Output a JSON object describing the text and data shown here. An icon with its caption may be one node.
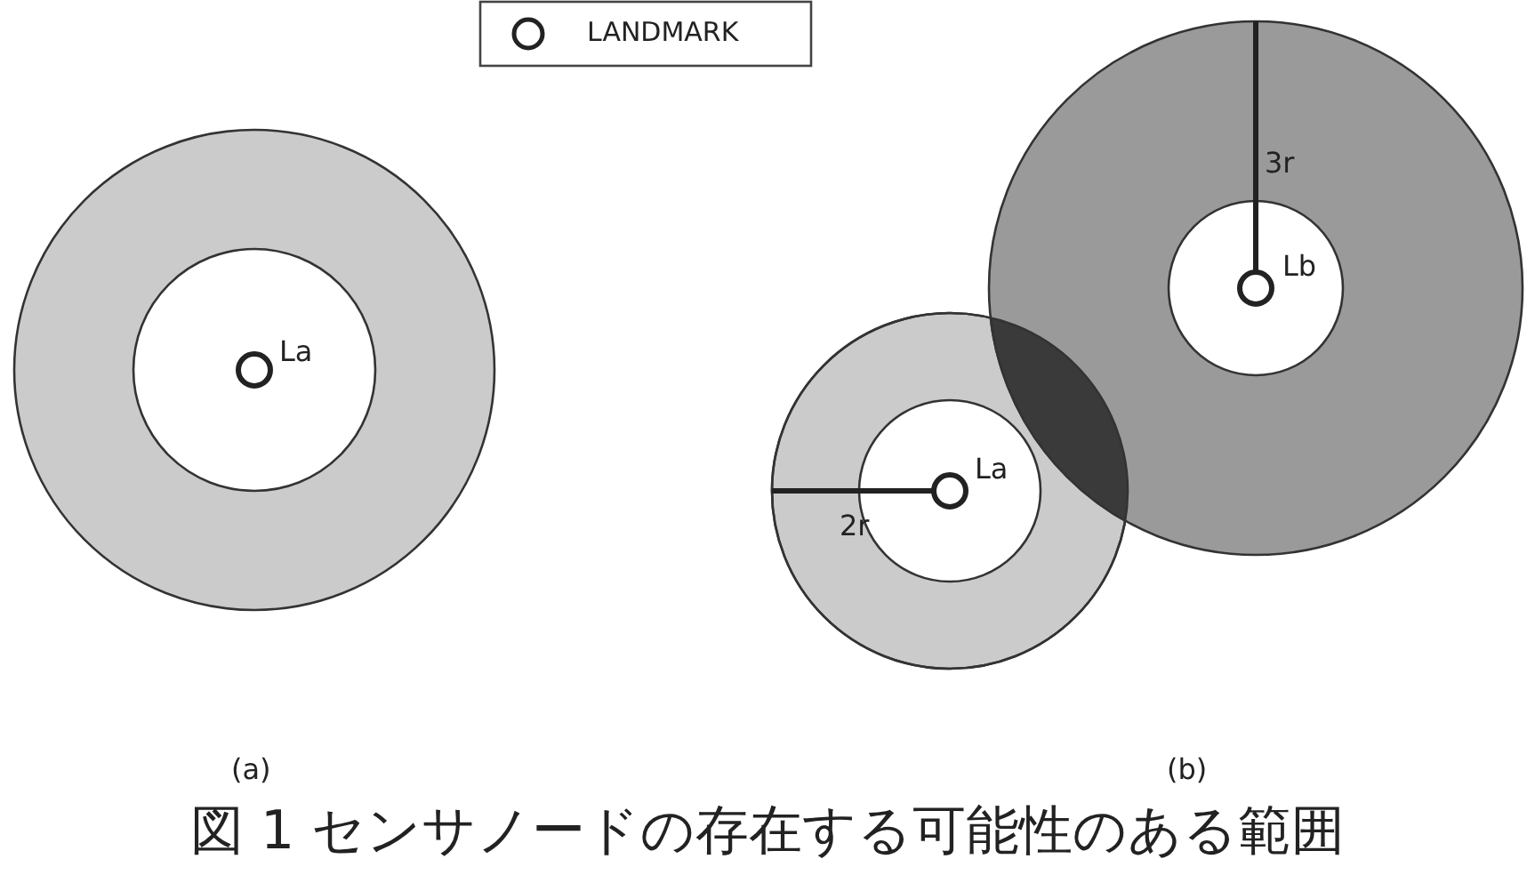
{
  "diagram": {
    "caption": "図 1 センサノードの存在する可能性のある範囲",
    "labels": [
      "La",
      "Lb",
      "3r",
      "La",
      "2r",
      "(a)",
      "(b)"
    ],
    "legend": [
      {
        "text": "LANDMARK"
      }
    ]
  }
}
